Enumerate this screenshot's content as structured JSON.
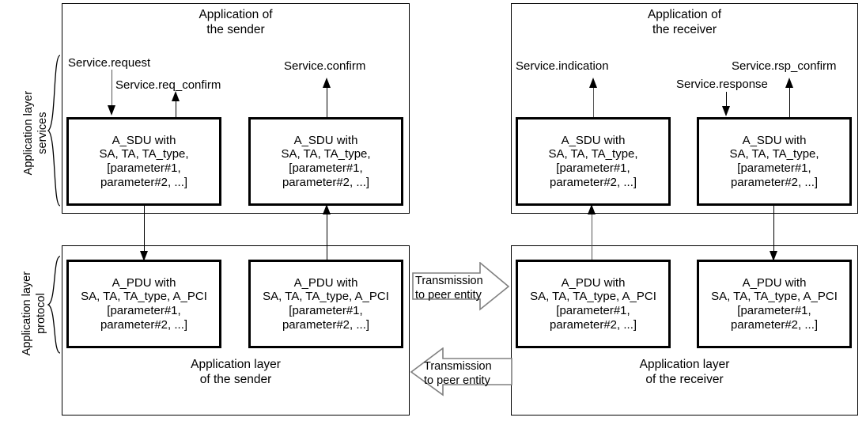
{
  "diagram": {
    "title_hidden": "",
    "side_labels": {
      "services": "Application layer\nservices",
      "services_line1": "Application layer",
      "services_line2": "services",
      "protocol_line1": "Application layer",
      "protocol_line2": "protocol"
    },
    "panels": {
      "sender_app": {
        "caption_line1": "Application of",
        "caption_line2": "the sender"
      },
      "receiver_app": {
        "caption_line1": "Application of",
        "caption_line2": "the receiver"
      },
      "sender_layer": {
        "caption_line1": "Application layer",
        "caption_line2": "of the sender"
      },
      "receiver_layer": {
        "caption_line1": "Application layer",
        "caption_line2": "of the receiver"
      }
    },
    "sdu_box": {
      "line1": "A_SDU with",
      "line2": "SA, TA, TA_type,",
      "line3": "[parameter#1,",
      "line4": "parameter#2, ...]"
    },
    "pdu_box": {
      "line1": "A_PDU with",
      "line2": "SA, TA, TA_type, A_PCI",
      "line3": "[parameter#1,",
      "line4": "parameter#2, ...]"
    },
    "primitives": {
      "request": "Service.request",
      "req_confirm": "Service.req_confirm",
      "confirm": "Service.confirm",
      "indication": "Service.indication",
      "response": "Service.response",
      "rsp_confirm": "Service.rsp_confirm"
    },
    "transmission": {
      "forward_line1": "Transmission",
      "forward_line2": "to peer entity",
      "backward_line1": "Transmission",
      "backward_line2": "to peer entity"
    },
    "colors": {
      "stroke": "#000000",
      "grey_stroke": "#555555",
      "background": "#ffffff",
      "arrow_outline": "#808080"
    }
  }
}
